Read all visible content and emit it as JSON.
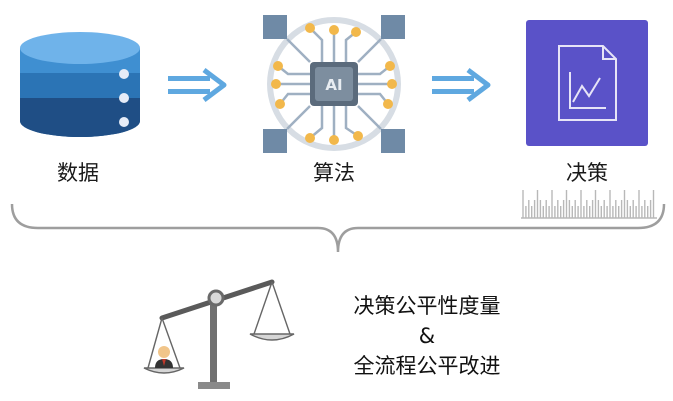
{
  "stages": [
    {
      "label": "数据",
      "icon": "database-icon"
    },
    {
      "label": "算法",
      "icon": "ai-chip-icon"
    },
    {
      "label": "决策",
      "icon": "decision-report-icon"
    }
  ],
  "caption": {
    "line1": "决策公平性度量",
    "line2": "&",
    "line3": "全流程公平改进"
  },
  "ai_chip_text": "AI",
  "colors": {
    "db_top": "#5ea7e3",
    "db_mid": "#2f7cc0",
    "db_dark": "#1f4e79",
    "arrow": "#5fa8e0",
    "decision_bg": "#5a52c8",
    "chip_node": "#f2b84b",
    "brace": "#999999"
  }
}
